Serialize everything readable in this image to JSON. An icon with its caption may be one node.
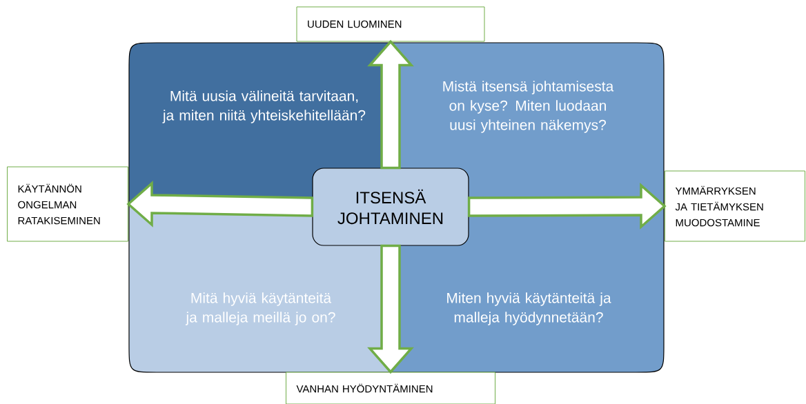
{
  "diagram": {
    "nodes": [
      {
        "text": [
          "Mitä uusia välineitä tarvitaan, ja miten niitä yhteiskehitellään?"
        ]
      },
      {
        "text": [
          "Mistä itsensä johtamisesta on kyse? Miten luodaan uusi yhteinen näkemys?"
        ]
      },
      {
        "text": [
          "Mitä hyviä käytänteitä ja malleja meillä jo on?"
        ]
      },
      {
        "text": [
          "Miten hyviä käytänteitä ja malleja hyödynnetään?"
        ]
      },
      {
        "text": [
          "ITSENSÄ JOHTAMINEN"
        ]
      },
      {
        "text": [
          "UUDEN LUOMINEN"
        ]
      },
      {
        "text": [
          "KÄYTÄNNÖN ONGELMAN RATAKISEMINEN"
        ]
      },
      {
        "text": [
          "YMMÄRRYKSEN JA TIETÄMYKSEN MUODOSTAMINE"
        ]
      },
      {
        "text": [
          "VANHAN HYÖDYNTÄMINEN"
        ]
      }
    ],
    "edges": [
      {
        "from": 4,
        "to": 5,
        "arrow": "to"
      },
      {
        "from": 4,
        "to": 6,
        "arrow": "to"
      },
      {
        "from": 4,
        "to": 7,
        "arrow": "to"
      },
      {
        "from": 4,
        "to": 8,
        "arrow": "to"
      }
    ]
  }
}
